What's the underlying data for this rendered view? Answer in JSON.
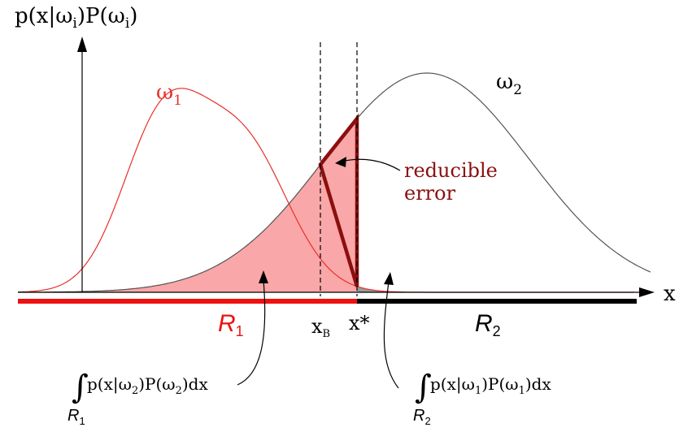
{
  "colors": {
    "class1": "#e8302a",
    "class2": "#555555",
    "fill_r1": "#f9a7a8",
    "fill_r2": "#9a9a9a",
    "reducible": "#8b0f0f",
    "bar_r1": "#ee1111",
    "bar_r2": "#000000"
  },
  "labels": {
    "y_axis_prefix": "p(x|",
    "y_axis_omega": "ω",
    "y_axis_i": "i",
    "y_axis_mid": ")P(",
    "y_axis_close": ")",
    "x_axis": "x",
    "omega": "ω",
    "sub_1": "1",
    "sub_2": "2",
    "reducible_line1": "reducible",
    "reducible_line2": "error",
    "xb_main": "x",
    "xb_sub": "B",
    "xstar": "x*",
    "region_letter": "R",
    "integral_sign": "∫",
    "int_part1": "p(x|",
    "int_part2": ")P(",
    "int_part3": ")dx"
  }
}
